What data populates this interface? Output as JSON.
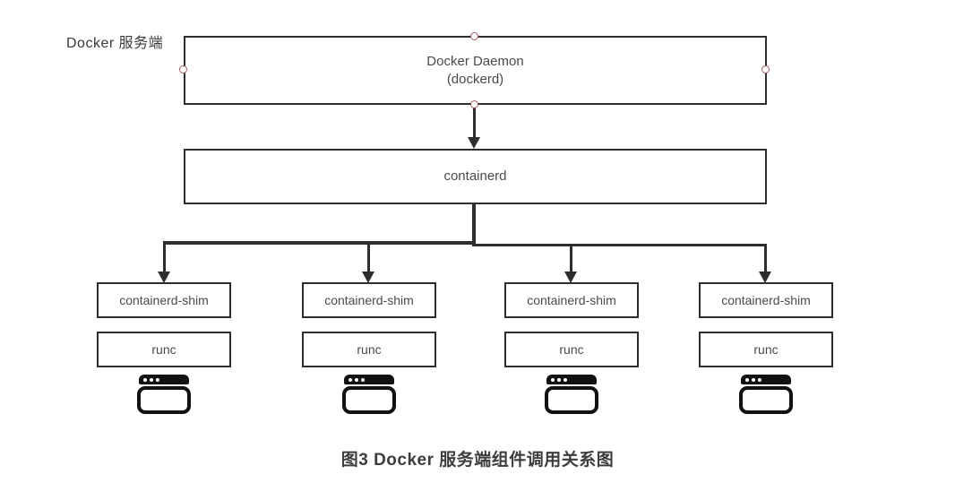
{
  "page": {
    "background": "#ffffff",
    "caption": "图3 Docker 服务端组件调用关系图"
  },
  "diagram": {
    "server_label": "Docker 服务端",
    "daemon": {
      "title": "Docker Daemon",
      "subtitle": "(dockerd)"
    },
    "containerd_label": "containerd",
    "columns": [
      {
        "shim": "containerd-shim",
        "runc": "runc",
        "icon": "container-window-icon"
      },
      {
        "shim": "containerd-shim",
        "runc": "runc",
        "icon": "container-window-icon"
      },
      {
        "shim": "containerd-shim",
        "runc": "runc",
        "icon": "container-window-icon"
      },
      {
        "shim": "containerd-shim",
        "runc": "runc",
        "icon": "container-window-icon"
      }
    ],
    "colors": {
      "line": "#2e2e2e",
      "box_border": "#2e2e2e",
      "text": "#4a4a4a",
      "handle_ring": "#a05a5e",
      "icon_fill": "#111111",
      "caption_text": "#3d3d3d"
    }
  }
}
